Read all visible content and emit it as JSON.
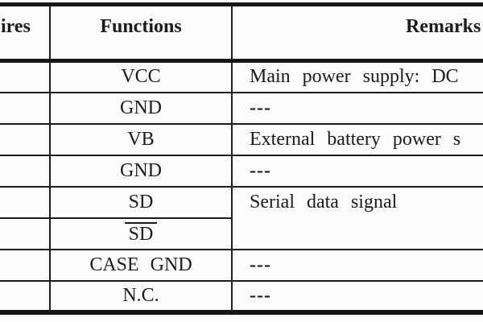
{
  "table": {
    "headers": {
      "wires_fragment": "ires",
      "functions": "Functions",
      "remarks": "Remarks"
    },
    "rows": [
      {
        "wire_color": "",
        "function": "VCC",
        "remark": "Main power supply: DC"
      },
      {
        "wire_color": "",
        "function": "GND",
        "remark": "---"
      },
      {
        "wire_color": "",
        "function": "VB",
        "remark": "External battery power s"
      },
      {
        "wire_color": "",
        "function": "GND",
        "remark": "---"
      },
      {
        "wire_color": "",
        "function": "SD",
        "remark": "Serial data signal",
        "remark_rowspan": 2
      },
      {
        "wire_color": "",
        "function": "SD",
        "function_overline": true
      },
      {
        "wire_color": "",
        "function": "CASE GND",
        "remark": "---"
      },
      {
        "wire_color": "",
        "function": "N.C.",
        "remark": "---"
      }
    ],
    "colors": {
      "border": "#1c1c1c",
      "thick_border": "#151515",
      "background": "#fbfbfb",
      "text": "#1b1b1b"
    }
  }
}
